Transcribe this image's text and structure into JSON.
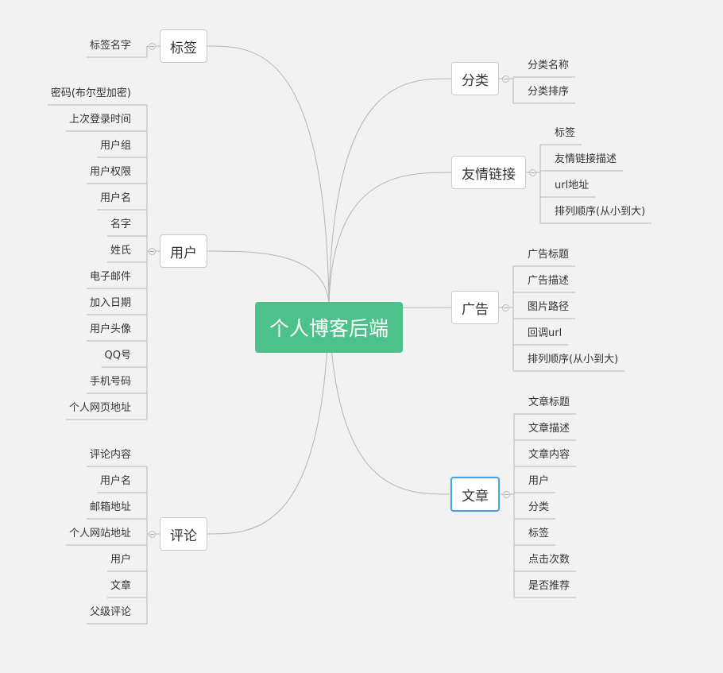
{
  "root": {
    "label": "个人博客后端"
  },
  "branches": {
    "tag": {
      "label": "标签",
      "items": [
        "标签名字"
      ]
    },
    "user": {
      "label": "用户",
      "items": [
        "密码(布尔型加密)",
        "上次登录时间",
        "用户组",
        "用户权限",
        "用户名",
        "名字",
        "姓氏",
        "电子邮件",
        "加入日期",
        "用户头像",
        "QQ号",
        "手机号码",
        "个人网页地址"
      ]
    },
    "comment": {
      "label": "评论",
      "items": [
        "评论内容",
        "用户名",
        "邮箱地址",
        "个人网站地址",
        "用户",
        "文章",
        "父级评论"
      ]
    },
    "category": {
      "label": "分类",
      "items": [
        "分类名称",
        "分类排序"
      ]
    },
    "friendlink": {
      "label": "友情链接",
      "items": [
        "标签",
        "友情链接描述",
        "url地址",
        "排列顺序(从小到大)"
      ]
    },
    "ad": {
      "label": "广告",
      "items": [
        "广告标题",
        "广告描述",
        "图片路径",
        "回调url",
        "排列顺序(从小到大)"
      ]
    },
    "article": {
      "label": "文章",
      "items": [
        "文章标题",
        "文章描述",
        "文章内容",
        "用户",
        "分类",
        "标签",
        "点击次数",
        "是否推荐"
      ]
    }
  },
  "colors": {
    "root_bg": "#4dc18b",
    "line": "#b5b5b5",
    "selected_border": "#4aa3d6"
  }
}
